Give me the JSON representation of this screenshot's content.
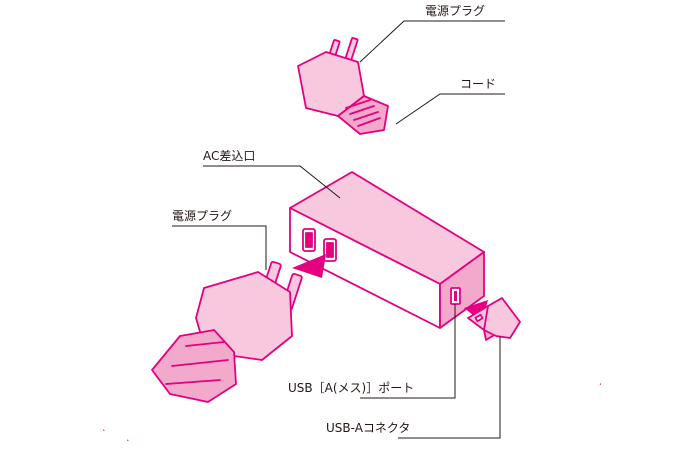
{
  "labels": {
    "plug_top": "電源プラグ",
    "cord": "コード",
    "ac_outlet": "AC差込口",
    "plug_left": "電源プラグ",
    "usb_port": "USB［A(メス)］ポート",
    "usb_connector": "USB-Aコネクタ"
  },
  "colors": {
    "accent": "#e4007f",
    "fill_light": "#f8c8df",
    "fill_mid": "#f3a9cc",
    "line": "#231815"
  }
}
